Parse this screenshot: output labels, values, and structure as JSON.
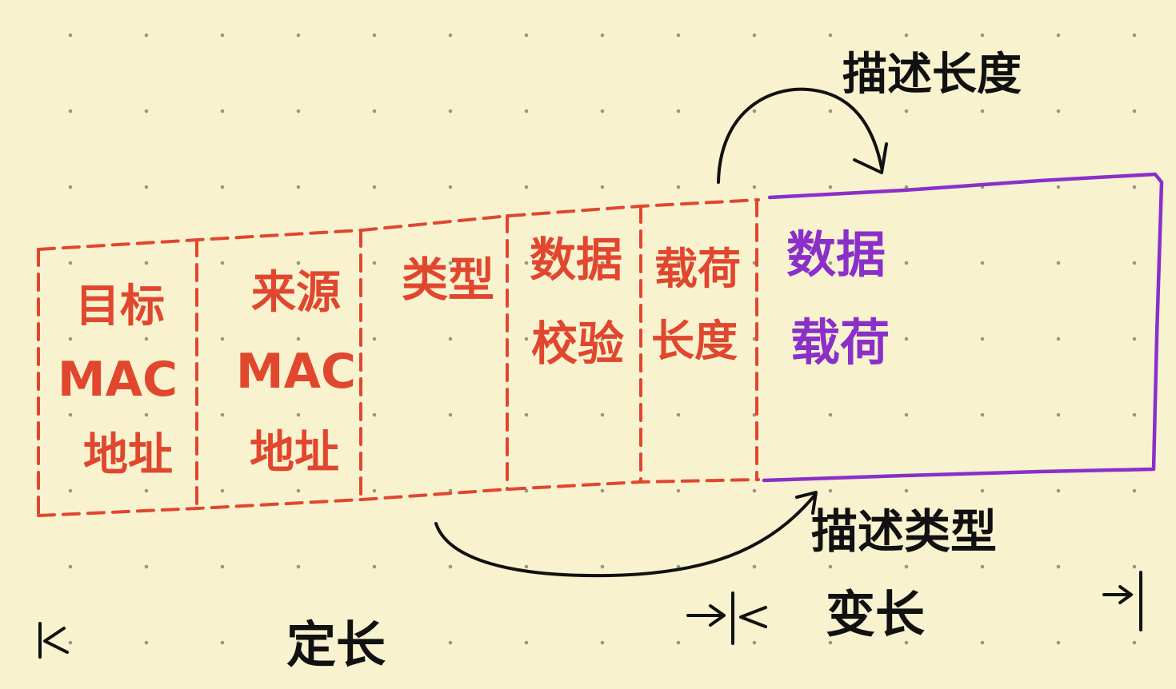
{
  "colors": {
    "background": "#f8f2cf",
    "dot": "#9a9680",
    "fixed_fields": "#e0472e",
    "payload": "#8b2fc9",
    "ink": "#111111"
  },
  "fields": [
    {
      "lines": [
        "目标",
        "MAC",
        "地址"
      ]
    },
    {
      "lines": [
        "来源",
        "MAC",
        "地址"
      ]
    },
    {
      "lines": [
        "类型"
      ]
    },
    {
      "lines": [
        "数据",
        "校验"
      ]
    },
    {
      "lines": [
        "载荷",
        "长度"
      ]
    }
  ],
  "payload": {
    "lines": [
      "数据",
      "载荷"
    ]
  },
  "annotations": {
    "describe_length": "描述长度",
    "describe_type": "描述类型",
    "fixed_length": "定长",
    "variable_length": "变长"
  }
}
